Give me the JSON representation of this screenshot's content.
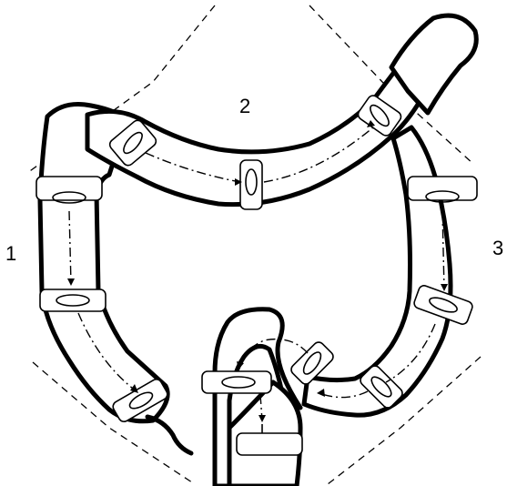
{
  "labels": {
    "region_1": "1",
    "region_2": "2",
    "region_3": "3"
  },
  "colors": {
    "outline": "#000000",
    "fill": "#ffffff"
  }
}
